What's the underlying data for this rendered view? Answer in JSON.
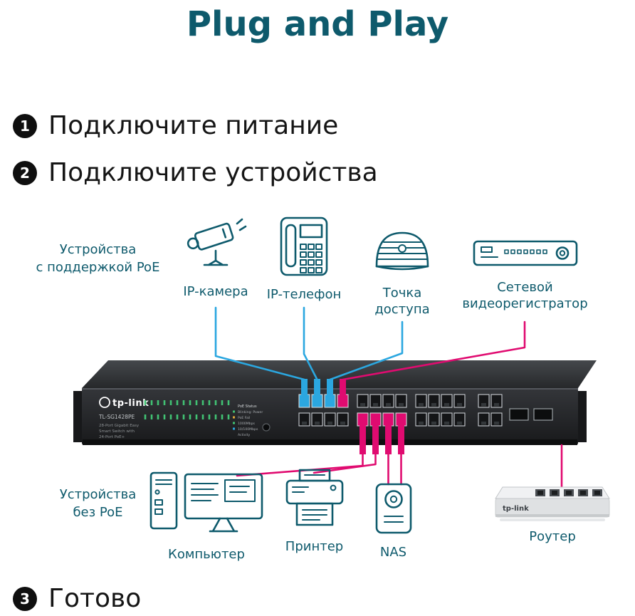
{
  "title": "Plug and Play",
  "steps": [
    {
      "number": "1",
      "label": "Подключите питание"
    },
    {
      "number": "2",
      "label": "Подключите устройства"
    },
    {
      "number": "3",
      "label": "Готово"
    }
  ],
  "poe_devices": {
    "group_label_line1": "Устройства",
    "group_label_line2": "с поддержкой PoE",
    "camera_label": "IP-камера",
    "phone_label": "IP-телефон",
    "ap_label_line1": "Точка",
    "ap_label_line2": "доступа",
    "nvr_label_line1": "Сетевой",
    "nvr_label_line2": "видеорегистратор"
  },
  "non_poe_devices": {
    "group_label_line1": "Устройства",
    "group_label_line2": "без PoE",
    "computer_label": "Компьютер",
    "printer_label": "Принтер",
    "nas_label": "NAS",
    "router_label": "Роутер"
  },
  "switch": {
    "brand": "tp-link",
    "model": "TL-SG1428PE",
    "desc_lines": [
      "28-Port Gigabit Easy",
      "Smart Switch with",
      "24-Port PoE+"
    ],
    "legend": [
      "PoE Status",
      "Blinking: Power",
      "PoE Fail",
      "1000Mbps",
      "10/100Mbps",
      "Activity"
    ]
  },
  "router_device": {
    "brand": "tp-link"
  },
  "colors": {
    "teal": "#0e5a6c",
    "blue_cable": "#2ba7e0",
    "pink_cable": "#e00b70"
  },
  "connections": [
    {
      "device": "IP-камера",
      "cable": "blue"
    },
    {
      "device": "IP-телефон",
      "cable": "blue"
    },
    {
      "device": "Точка доступа",
      "cable": "blue"
    },
    {
      "device": "Сетевой видеорегистратор",
      "cable": "pink"
    },
    {
      "device": "Компьютер",
      "cable": "pink"
    },
    {
      "device": "Принтер",
      "cable": "pink"
    },
    {
      "device": "NAS",
      "cable": "pink"
    },
    {
      "device": "Роутер",
      "cable": "pink"
    }
  ]
}
